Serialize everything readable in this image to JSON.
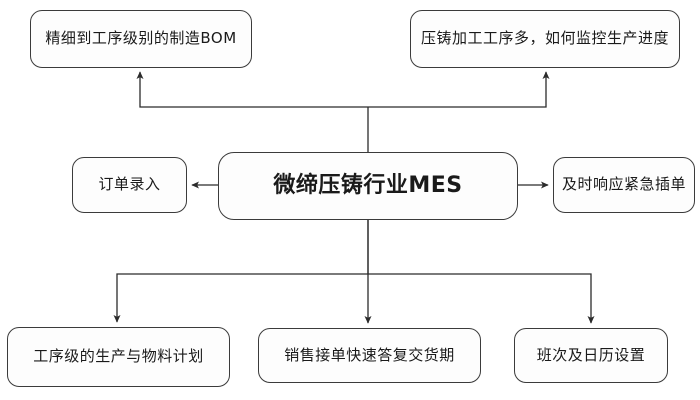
{
  "diagram": {
    "title": "微缔压铸行业MES",
    "type": "hub-and-spoke-flowchart",
    "style": {
      "background": "#ffffff",
      "node_fill": "#fdfdfd",
      "node_stroke": "#3b3b3b",
      "text_color": "#1a1a1a",
      "connector_color": "#2b2b2b"
    },
    "center": {
      "id": "core",
      "label": "微缔压铸行业MES"
    },
    "nodes": [
      {
        "id": "bom",
        "label": "精细到工序级别的制造BOM",
        "position": "top-left"
      },
      {
        "id": "progress",
        "label": "压铸加工工序多，如何监控生产进度",
        "position": "top-right"
      },
      {
        "id": "order-entry",
        "label": "订单录入",
        "position": "middle-left"
      },
      {
        "id": "urgent",
        "label": "及时响应紧急插单",
        "position": "middle-right"
      },
      {
        "id": "plan",
        "label": "工序级的生产与物料计划",
        "position": "bottom-left"
      },
      {
        "id": "delivery",
        "label": "销售接单快速答复交货期",
        "position": "bottom-center"
      },
      {
        "id": "shift",
        "label": "班次及日历设置",
        "position": "bottom-right"
      }
    ],
    "connectors": [
      {
        "from": "core",
        "to": "bom",
        "arrow": "up"
      },
      {
        "from": "core",
        "to": "progress",
        "arrow": "up"
      },
      {
        "from": "core",
        "to": "order-entry",
        "arrow": "left"
      },
      {
        "from": "core",
        "to": "urgent",
        "arrow": "right"
      },
      {
        "from": "core",
        "to": "plan",
        "arrow": "down"
      },
      {
        "from": "core",
        "to": "delivery",
        "arrow": "down"
      },
      {
        "from": "core",
        "to": "shift",
        "arrow": "down"
      }
    ]
  }
}
